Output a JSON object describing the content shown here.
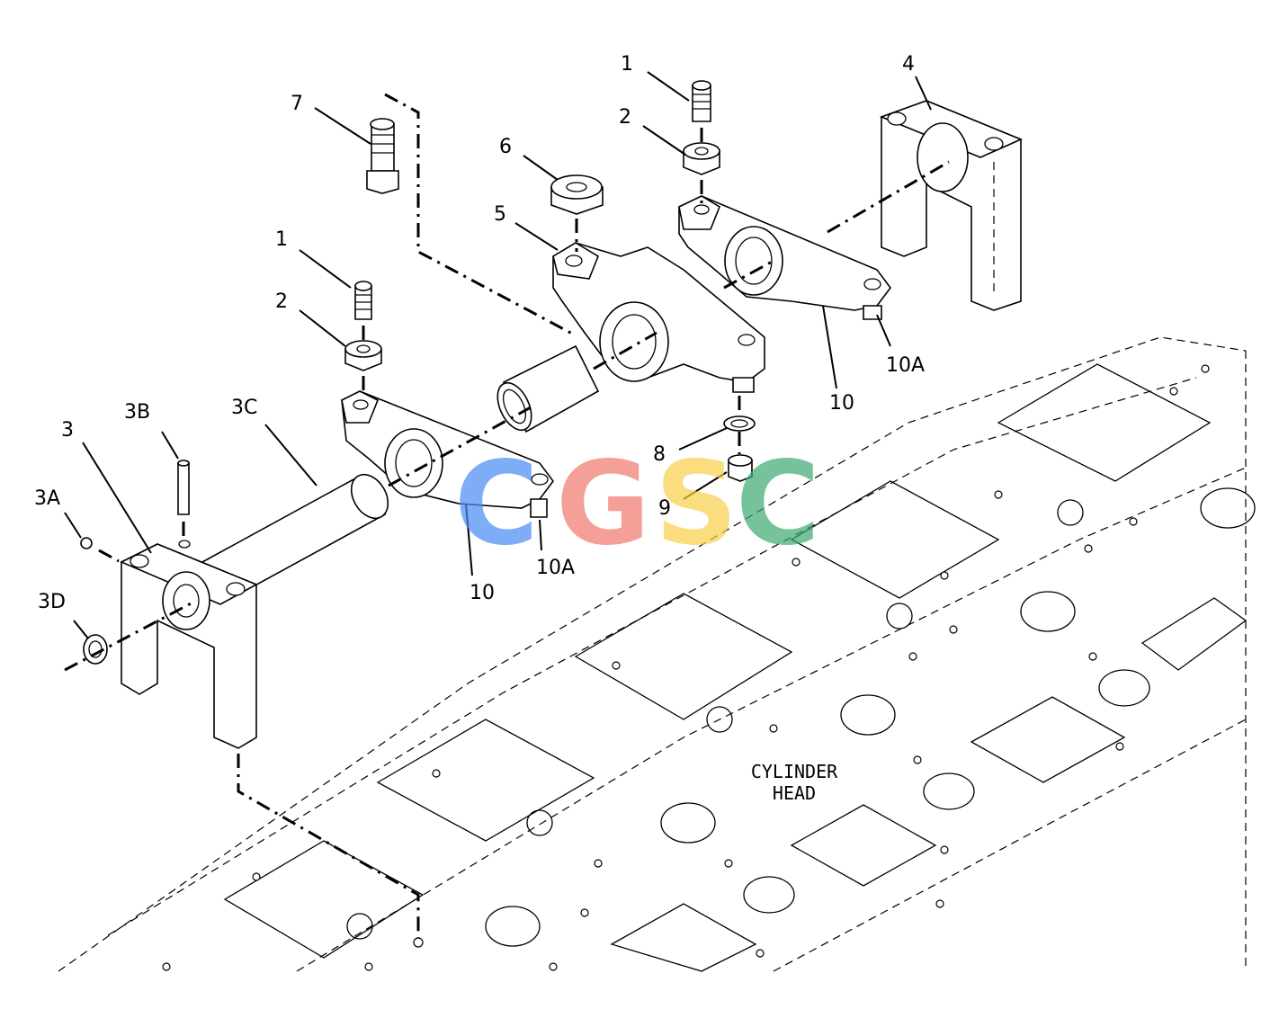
{
  "labels": {
    "c1_top": "1",
    "c2_top": "2",
    "c4": "4",
    "c7": "7",
    "c6": "6",
    "c5": "5",
    "c1_left": "1",
    "c2_left": "2",
    "c10a_right": "10A",
    "c10_right": "10",
    "c3c": "3C",
    "c3b": "3B",
    "c3": "3",
    "c3a": "3A",
    "c3d": "3D",
    "c8": "8",
    "c9": "9",
    "c10a_left": "10A",
    "c10_left": "10"
  },
  "cylinder_head_label": [
    "CYLINDER",
    "HEAD"
  ],
  "watermark": {
    "letters": [
      "C",
      "G",
      "S",
      "C"
    ],
    "colors": [
      "#4a8af4",
      "#f0776c",
      "#f7d04a",
      "#3daa72"
    ]
  }
}
